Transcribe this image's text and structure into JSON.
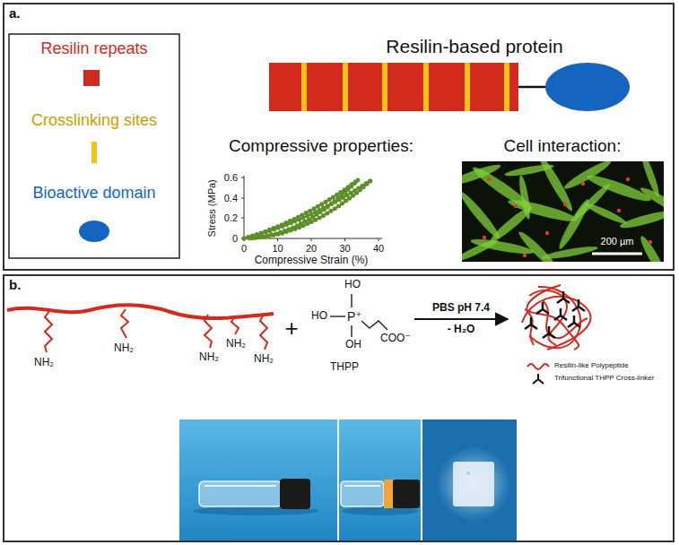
{
  "diagram": {
    "nodes": [
      {
        "text": [
          "a."
        ]
      },
      {
        "text": [
          "b."
        ]
      }
    ],
    "labels": [
      "Resilin-based protein",
      "Compressive properties:",
      "Cell interaction:",
      "0.6",
      "0.4",
      "0.2",
      "0",
      "Stress (MPa)",
      "0",
      "10",
      "20",
      "30",
      "40",
      "Compressive Strain (%)",
      "200 µm",
      "NH₂",
      "NH₂",
      "NH₂",
      "NH₂",
      "NH₂",
      "+",
      "HO",
      "HO",
      "P⁺",
      "OH",
      "COO⁻",
      "THPP",
      "PBS pH 7.4",
      "- H₂O"
    ],
    "legend": [
      {
        "text": "Resilin repeats",
        "color": "#d32a1e"
      },
      {
        "text": "Crosslinking sites",
        "color": "#f2c318"
      },
      {
        "text": "Bioactive domain",
        "color": "#1565c0"
      },
      {
        "text": "Resilin-like Polypeptide"
      },
      {
        "text": "Trifunctional THPP Cross-linker"
      }
    ]
  }
}
